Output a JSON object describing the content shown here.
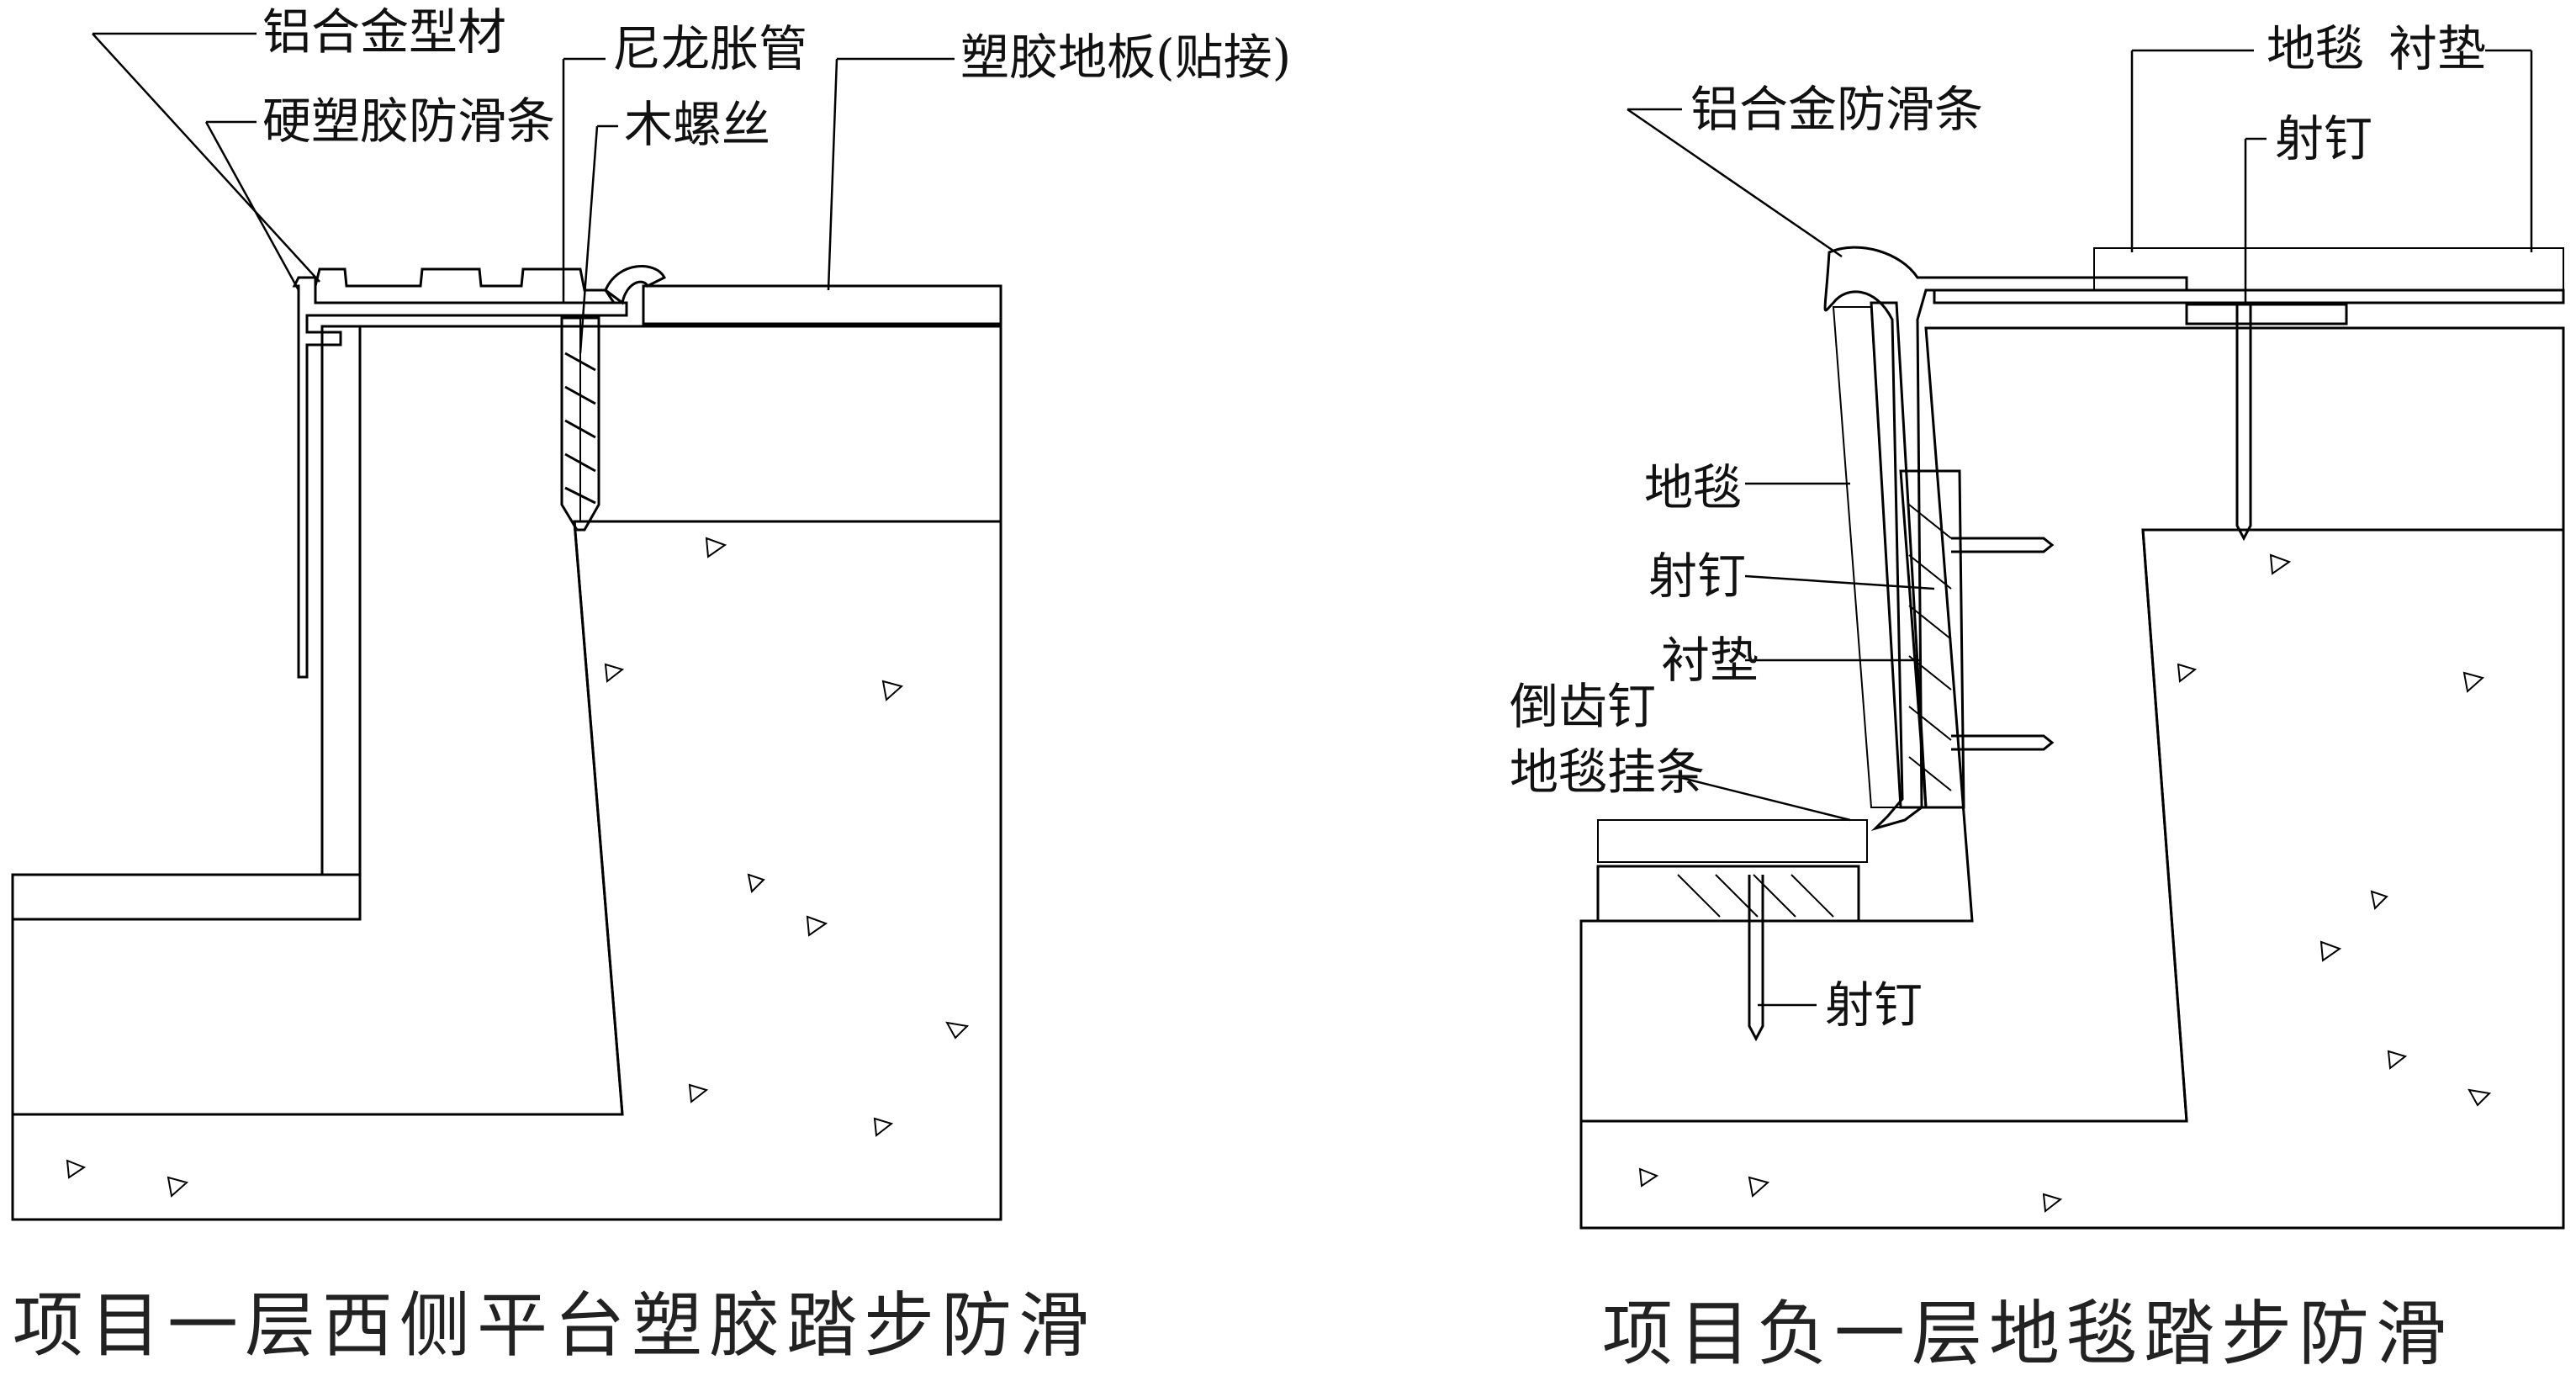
{
  "left_detail": {
    "caption": "项目一层西侧平台塑胶踏步防滑",
    "labels": {
      "alu_profile": "铝合金型材",
      "rigid_strip": "硬塑胶防滑条",
      "nylon_anchor": "尼龙胀管",
      "wood_screw": "木螺丝",
      "plastic_floor": "塑胶地板(贴接)"
    }
  },
  "right_detail": {
    "caption": "项目负一层地毯踏步防滑",
    "labels": {
      "alu_strip": "铝合金防滑条",
      "carpet_top": "地毯",
      "underlay_top": "衬垫",
      "nail_top": "射钉",
      "carpet_side": "地毯",
      "nail_side": "射钉",
      "underlay_side": "衬垫",
      "barb_nail": "倒齿钉",
      "gripper_strip": "地毯挂条",
      "nail_bottom": "射钉"
    }
  }
}
